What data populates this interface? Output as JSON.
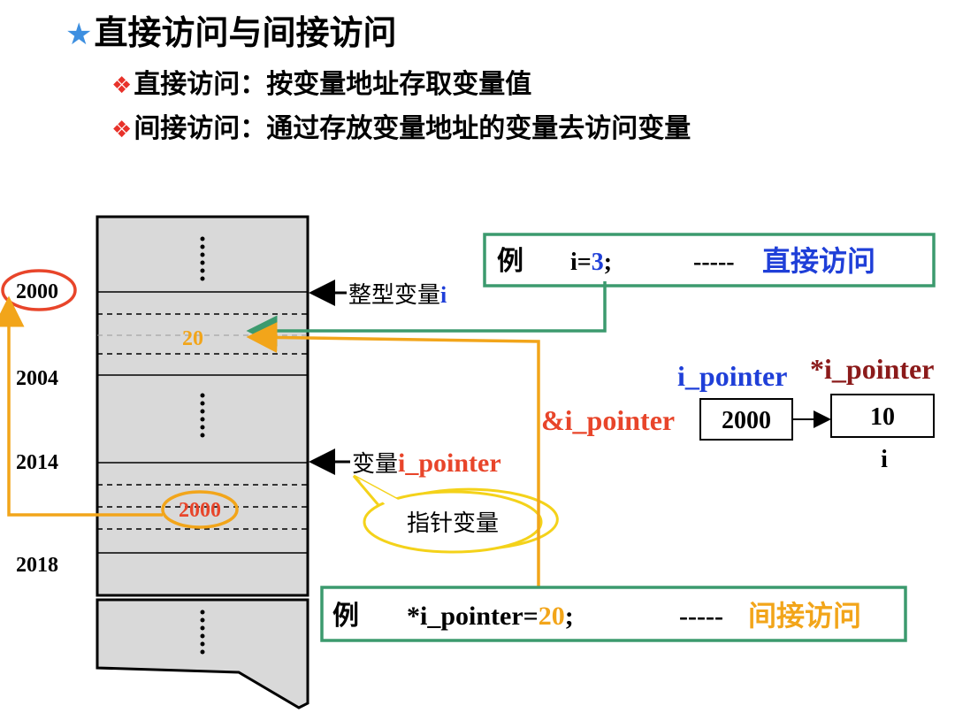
{
  "title": {
    "text": "直接访问与间接访问"
  },
  "bullets": [
    {
      "text": "直接访问：按变量地址存取变量值"
    },
    {
      "text": "间接访问：通过存放变量地址的变量去访问变量"
    }
  ],
  "memory": {
    "addresses": [
      "2000",
      "2004",
      "2014",
      "2018"
    ],
    "cell_values": {
      "i": "20",
      "i_pointer": "2000"
    },
    "ellipsis": "……"
  },
  "labels": {
    "int_var_prefix": "整型变量",
    "int_var_name": "i",
    "ptr_var_prefix": "变量",
    "ptr_var_name": "i_pointer",
    "ptr_callout": "指针变量",
    "ref_expr": "&i_pointer"
  },
  "example_direct": {
    "tag": "例",
    "code_prefix": "i=",
    "code_value": "3",
    "code_suffix": ";",
    "dashes": "-----",
    "label": "直接访问"
  },
  "example_indirect": {
    "tag": "例",
    "code_prefix": "*i_pointer=",
    "code_value": "20",
    "code_suffix": ";",
    "dashes": "-----",
    "label": "间接访问"
  },
  "pointer_diagram": {
    "ptr_name": "i_pointer",
    "deref_name": "*i_pointer",
    "ptr_value": "2000",
    "target_value": "10",
    "target_name": "i"
  },
  "colors": {
    "blue": "#1f3fd8",
    "orange": "#f2a51a",
    "red_orange": "#e8452a",
    "green": "#3c9a6e",
    "dark_red": "#8b1a1a",
    "memory_fill": "#d9d9d9",
    "callout_border": "#f4d21a"
  }
}
